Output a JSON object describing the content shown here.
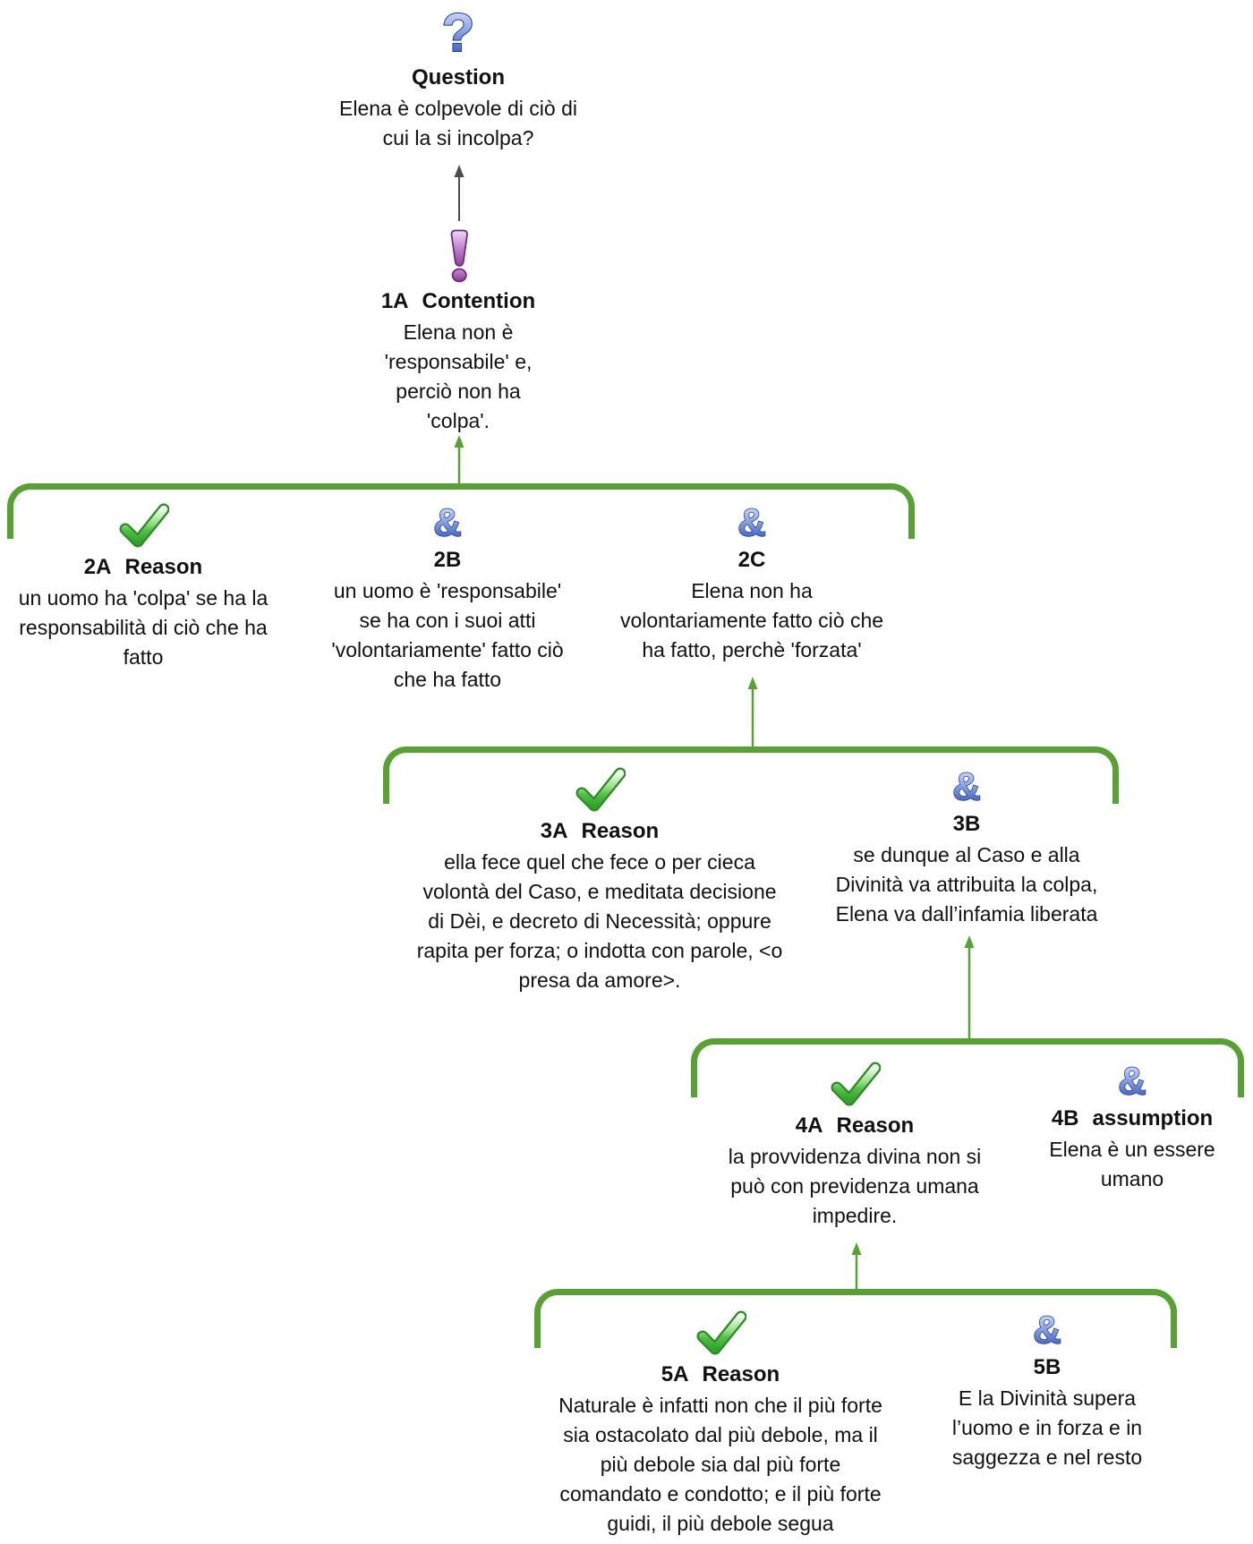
{
  "diagram": {
    "kind": "argument-map",
    "colors": {
      "bracket_green": "#58a233",
      "arrow_green": "#58a233",
      "arrow_gray": "#4d4d4d",
      "and_blue": "#2446b4",
      "check_green": "#2fa42a",
      "contention_purple": "#94419f",
      "text": "#111111"
    },
    "nodes": [
      {
        "id": "question",
        "icon": "question-icon",
        "num": "",
        "label": "Question",
        "text": "Elena è colpevole di ciò di\ncui la si incolpa?"
      },
      {
        "id": "contention",
        "icon": "contention-icon",
        "num": "1A",
        "label": "Contention",
        "text": "Elena non è\n'responsabile' e,\nperciò non ha\n'colpa'."
      },
      {
        "id": "r2a",
        "icon": "check-icon",
        "num": "2A",
        "label": "Reason",
        "text": "un uomo ha 'colpa' se ha la\nresponsabilità di ciò che ha\nfatto"
      },
      {
        "id": "r2b",
        "icon": "and-icon",
        "num": "2B",
        "label": "",
        "text": "un uomo è 'responsabile'\nse ha con i suoi atti\n'volontariamente' fatto ciò\nche ha fatto"
      },
      {
        "id": "r2c",
        "icon": "and-icon",
        "num": "2C",
        "label": "",
        "text": "Elena non ha\nvolontariamente fatto ciò che\nha fatto, perchè 'forzata'"
      },
      {
        "id": "r3a",
        "icon": "check-icon",
        "num": "3A",
        "label": "Reason",
        "text": "ella fece quel che fece o per cieca\nvolontà del Caso, e meditata decisione\ndi Dèi, e decreto di Necessità; oppure\nrapita per forza; o indotta con parole, <o\npresa da amore>."
      },
      {
        "id": "r3b",
        "icon": "and-icon",
        "num": "3B",
        "label": "",
        "text": "se dunque al Caso e alla\nDivinità va attribuita la colpa,\nElena va dall’infamia liberata"
      },
      {
        "id": "r4a",
        "icon": "check-icon",
        "num": "4A",
        "label": "Reason",
        "text": "la provvidenza divina non si\npuò con previdenza umana\nimpedire."
      },
      {
        "id": "r4b",
        "icon": "and-icon",
        "num": "4B",
        "label": "assumption",
        "text": "Elena è un essere\numano"
      },
      {
        "id": "r5a",
        "icon": "check-icon",
        "num": "5A",
        "label": "Reason",
        "text": "Naturale è infatti non che il più forte\nsia ostacolato dal più debole, ma il\npiù debole sia dal più forte\ncomandato e condotto; e il più forte\nguidi, il più debole segua"
      },
      {
        "id": "r5b",
        "icon": "and-icon",
        "num": "5B",
        "label": "",
        "text": "E la Divinità supera\nl’uomo e in forza e in\nsaggezza e nel resto"
      }
    ]
  }
}
